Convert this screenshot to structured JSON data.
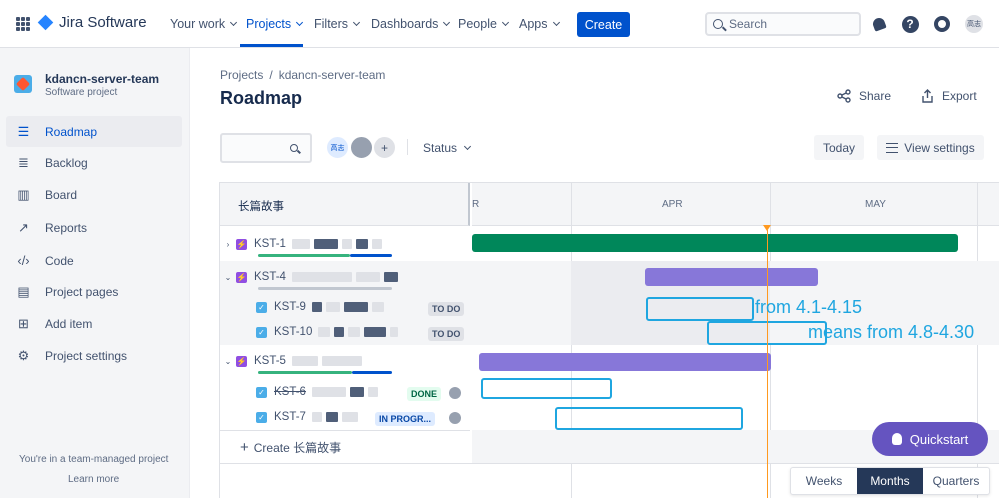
{
  "topnav": {
    "brand": "Jira Software",
    "items": [
      "Your work",
      "Projects",
      "Filters",
      "Dashboards",
      "People",
      "Apps"
    ],
    "create_label": "Create",
    "search_placeholder": "Search",
    "avatar_initials": "高志"
  },
  "sidebar": {
    "project_name": "kdancn-server-team",
    "project_type": "Software project",
    "items": [
      {
        "label": "Roadmap",
        "icon": "roadmap-icon"
      },
      {
        "label": "Backlog",
        "icon": "backlog-icon"
      },
      {
        "label": "Board",
        "icon": "board-icon"
      },
      {
        "label": "Reports",
        "icon": "reports-icon"
      },
      {
        "label": "Code",
        "icon": "code-icon"
      },
      {
        "label": "Project pages",
        "icon": "pages-icon"
      },
      {
        "label": "Add item",
        "icon": "add-item-icon"
      },
      {
        "label": "Project settings",
        "icon": "settings-icon"
      }
    ],
    "footer_text": "You're in a team-managed project",
    "footer_link": "Learn more"
  },
  "breadcrumb": {
    "root": "Projects",
    "sep": "/",
    "current": "kdancn-server-team"
  },
  "page_title": "Roadmap",
  "header_actions": {
    "share": "Share",
    "export": "Export"
  },
  "filters": {
    "avatar1": "高志",
    "status": "Status",
    "today": "Today",
    "view_settings": "View settings"
  },
  "roadmap": {
    "column_header": "长篇故事",
    "months": [
      "R",
      "APR",
      "MAY"
    ],
    "rows": [
      {
        "key": "KST-1",
        "type": "epic",
        "expand": "›",
        "badge": ""
      },
      {
        "key": "KST-4",
        "type": "epic",
        "expand": "⌄",
        "badge": ""
      },
      {
        "key": "KST-9",
        "type": "task",
        "expand": "",
        "badge": "TO DO"
      },
      {
        "key": "KST-10",
        "type": "task",
        "expand": "",
        "badge": "TO DO"
      },
      {
        "key": "KST-5",
        "type": "epic",
        "expand": "⌄",
        "badge": ""
      },
      {
        "key": "KST-6",
        "type": "task",
        "expand": "",
        "badge": "DONE"
      },
      {
        "key": "KST-7",
        "type": "task",
        "expand": "",
        "badge": "IN PROGR..."
      }
    ],
    "create_label": "Create 长篇故事",
    "colors": {
      "epic_green": "#00875a",
      "epic_purple": "#8777d9",
      "today": "#ff991f",
      "annotation": "#1fa6e0"
    }
  },
  "annotations": [
    "from 4.1-4.15",
    "means from 4.8-4.30"
  ],
  "quickstart": "Quickstart",
  "timescale": {
    "options": [
      "Weeks",
      "Months",
      "Quarters"
    ],
    "selected": "Months"
  }
}
